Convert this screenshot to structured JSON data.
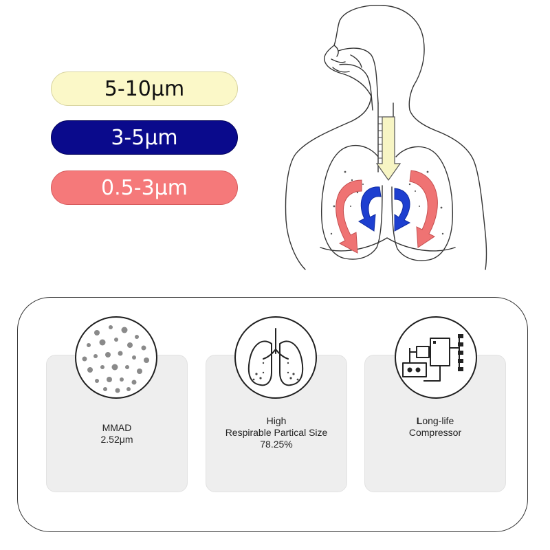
{
  "particle_sizes": [
    {
      "label": "5-10μm",
      "fill": "#fbf8c8",
      "text_color": "#111111"
    },
    {
      "label": "3-5μm",
      "fill": "#0a0a8c",
      "text_color": "#ffffff"
    },
    {
      "label": "0.5-3μm",
      "fill": "#f5797a",
      "text_color": "#ffffff"
    }
  ],
  "features": [
    {
      "line1": "MMAD",
      "line2": "2.52μm",
      "icon": "particles-icon"
    },
    {
      "line1": "High",
      "line2": "Respirable Partical Size",
      "line3": "78.25%",
      "icon": "lungs-icon"
    },
    {
      "line1_first": "L",
      "line1_rest": "ong-life",
      "line2": "Compressor",
      "icon": "compressor-icon"
    }
  ],
  "colors": {
    "arrow_yellow": "#f7f5c4",
    "arrow_blue": "#1d3fd0",
    "arrow_red": "#ef7373",
    "outline": "#333333"
  }
}
